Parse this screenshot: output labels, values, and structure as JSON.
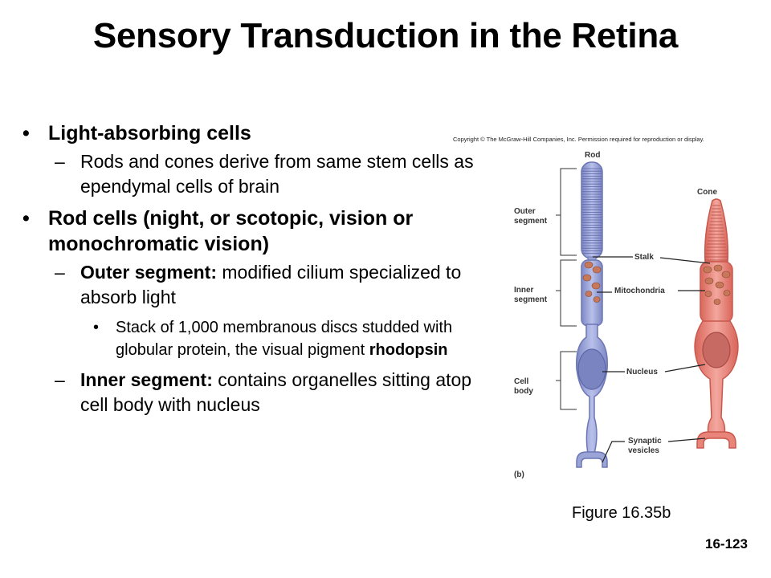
{
  "slide": {
    "title": "Sensory Transduction in the Retina",
    "bullet_glyph": "•",
    "dash_glyph": "–",
    "bullets": {
      "b1": "Light-absorbing cells",
      "b1_sub1": "Rods and cones derive from same stem cells as ependymal cells of brain",
      "b2": "Rod cells (night, or scotopic, vision or monochromatic vision)",
      "b2_sub1_bold": "Outer segment:",
      "b2_sub1_text": " modified cilium specialized to absorb light",
      "b2_sub1_sub1_text": "Stack of 1,000 membranous discs studded with globular protein, the visual pigment ",
      "b2_sub1_sub1_bold": "rhodopsin",
      "b2_sub2_bold": "Inner segment:",
      "b2_sub2_text": " contains organelles sitting atop cell body with nucleus"
    },
    "figure_caption": "Figure 16.35b",
    "page_number": "16-123"
  },
  "figure": {
    "copyright": "Copyright © The McGraw-Hill Companies, Inc. Permission required for reproduction or display.",
    "labels": {
      "rod": "Rod",
      "cone": "Cone",
      "outer_segment_1": "Outer",
      "outer_segment_2": "segment",
      "inner_segment_1": "Inner",
      "inner_segment_2": "segment",
      "cell_body_1": "Cell",
      "cell_body_2": "body",
      "stalk": "Stalk",
      "mitochondria": "Mitochondria",
      "nucleus": "Nucleus",
      "synaptic_1": "Synaptic",
      "synaptic_2": "vesicles",
      "panel": "(b)"
    },
    "colors": {
      "rod_fill": "#9aa4d6",
      "rod_stroke": "#6c76b4",
      "cone_fill": "#e8847a",
      "cone_stroke": "#c9584d",
      "mito": "#c8785a"
    }
  }
}
